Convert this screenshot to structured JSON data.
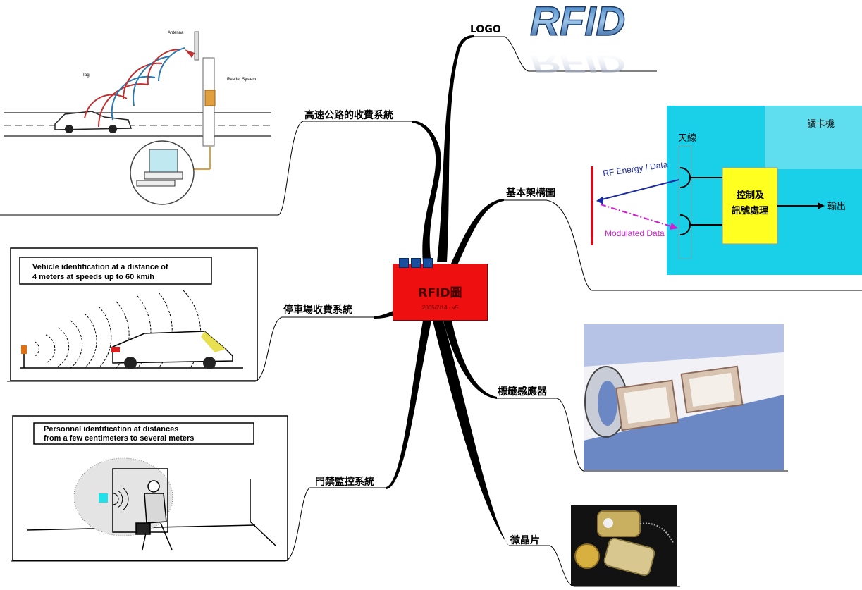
{
  "center": {
    "title": "RFID圖",
    "date": "2005/2/14 - v5"
  },
  "branches": [
    {
      "id": "logo",
      "label": "LOGO"
    },
    {
      "id": "basic-architecture",
      "label": "基本架構圖"
    },
    {
      "id": "tag-sensor",
      "label": "標籤感應器"
    },
    {
      "id": "microchip",
      "label": "微晶片"
    },
    {
      "id": "highway-toll",
      "label": "高速公路的收費系統"
    },
    {
      "id": "parking-toll",
      "label": "停車場收費系統"
    },
    {
      "id": "access-control",
      "label": "門禁監控系統"
    }
  ],
  "logo_image": {
    "text": "RFID"
  },
  "highway_image": {
    "antenna_label": "Antenna",
    "tag_label": "Tag",
    "reader_label": "Reader System"
  },
  "architecture_image": {
    "reader_label": "讀卡機",
    "antenna_label": "天線",
    "rf_energy_label": "RF Energy / Data",
    "modulated_label": "Modulated Data",
    "control_line1": "控制及",
    "control_line2": "訊號處理",
    "output_label": "輸出",
    "colors": {
      "background": "#1ad0e8",
      "control_box": "#ffff20",
      "arrow_blue": "#1a2aa0",
      "arrow_magenta": "#d020d0"
    }
  },
  "parking_image": {
    "caption_line1": "Vehicle identification at a distance of",
    "caption_line2": "4 meters at speeds up to 60 km/h"
  },
  "access_image": {
    "caption_line1": "Personnal identification at distances",
    "caption_line2": "from a few centimeters to several meters"
  },
  "colors": {
    "center_fill": "#ee1010",
    "branch": "#000000"
  }
}
